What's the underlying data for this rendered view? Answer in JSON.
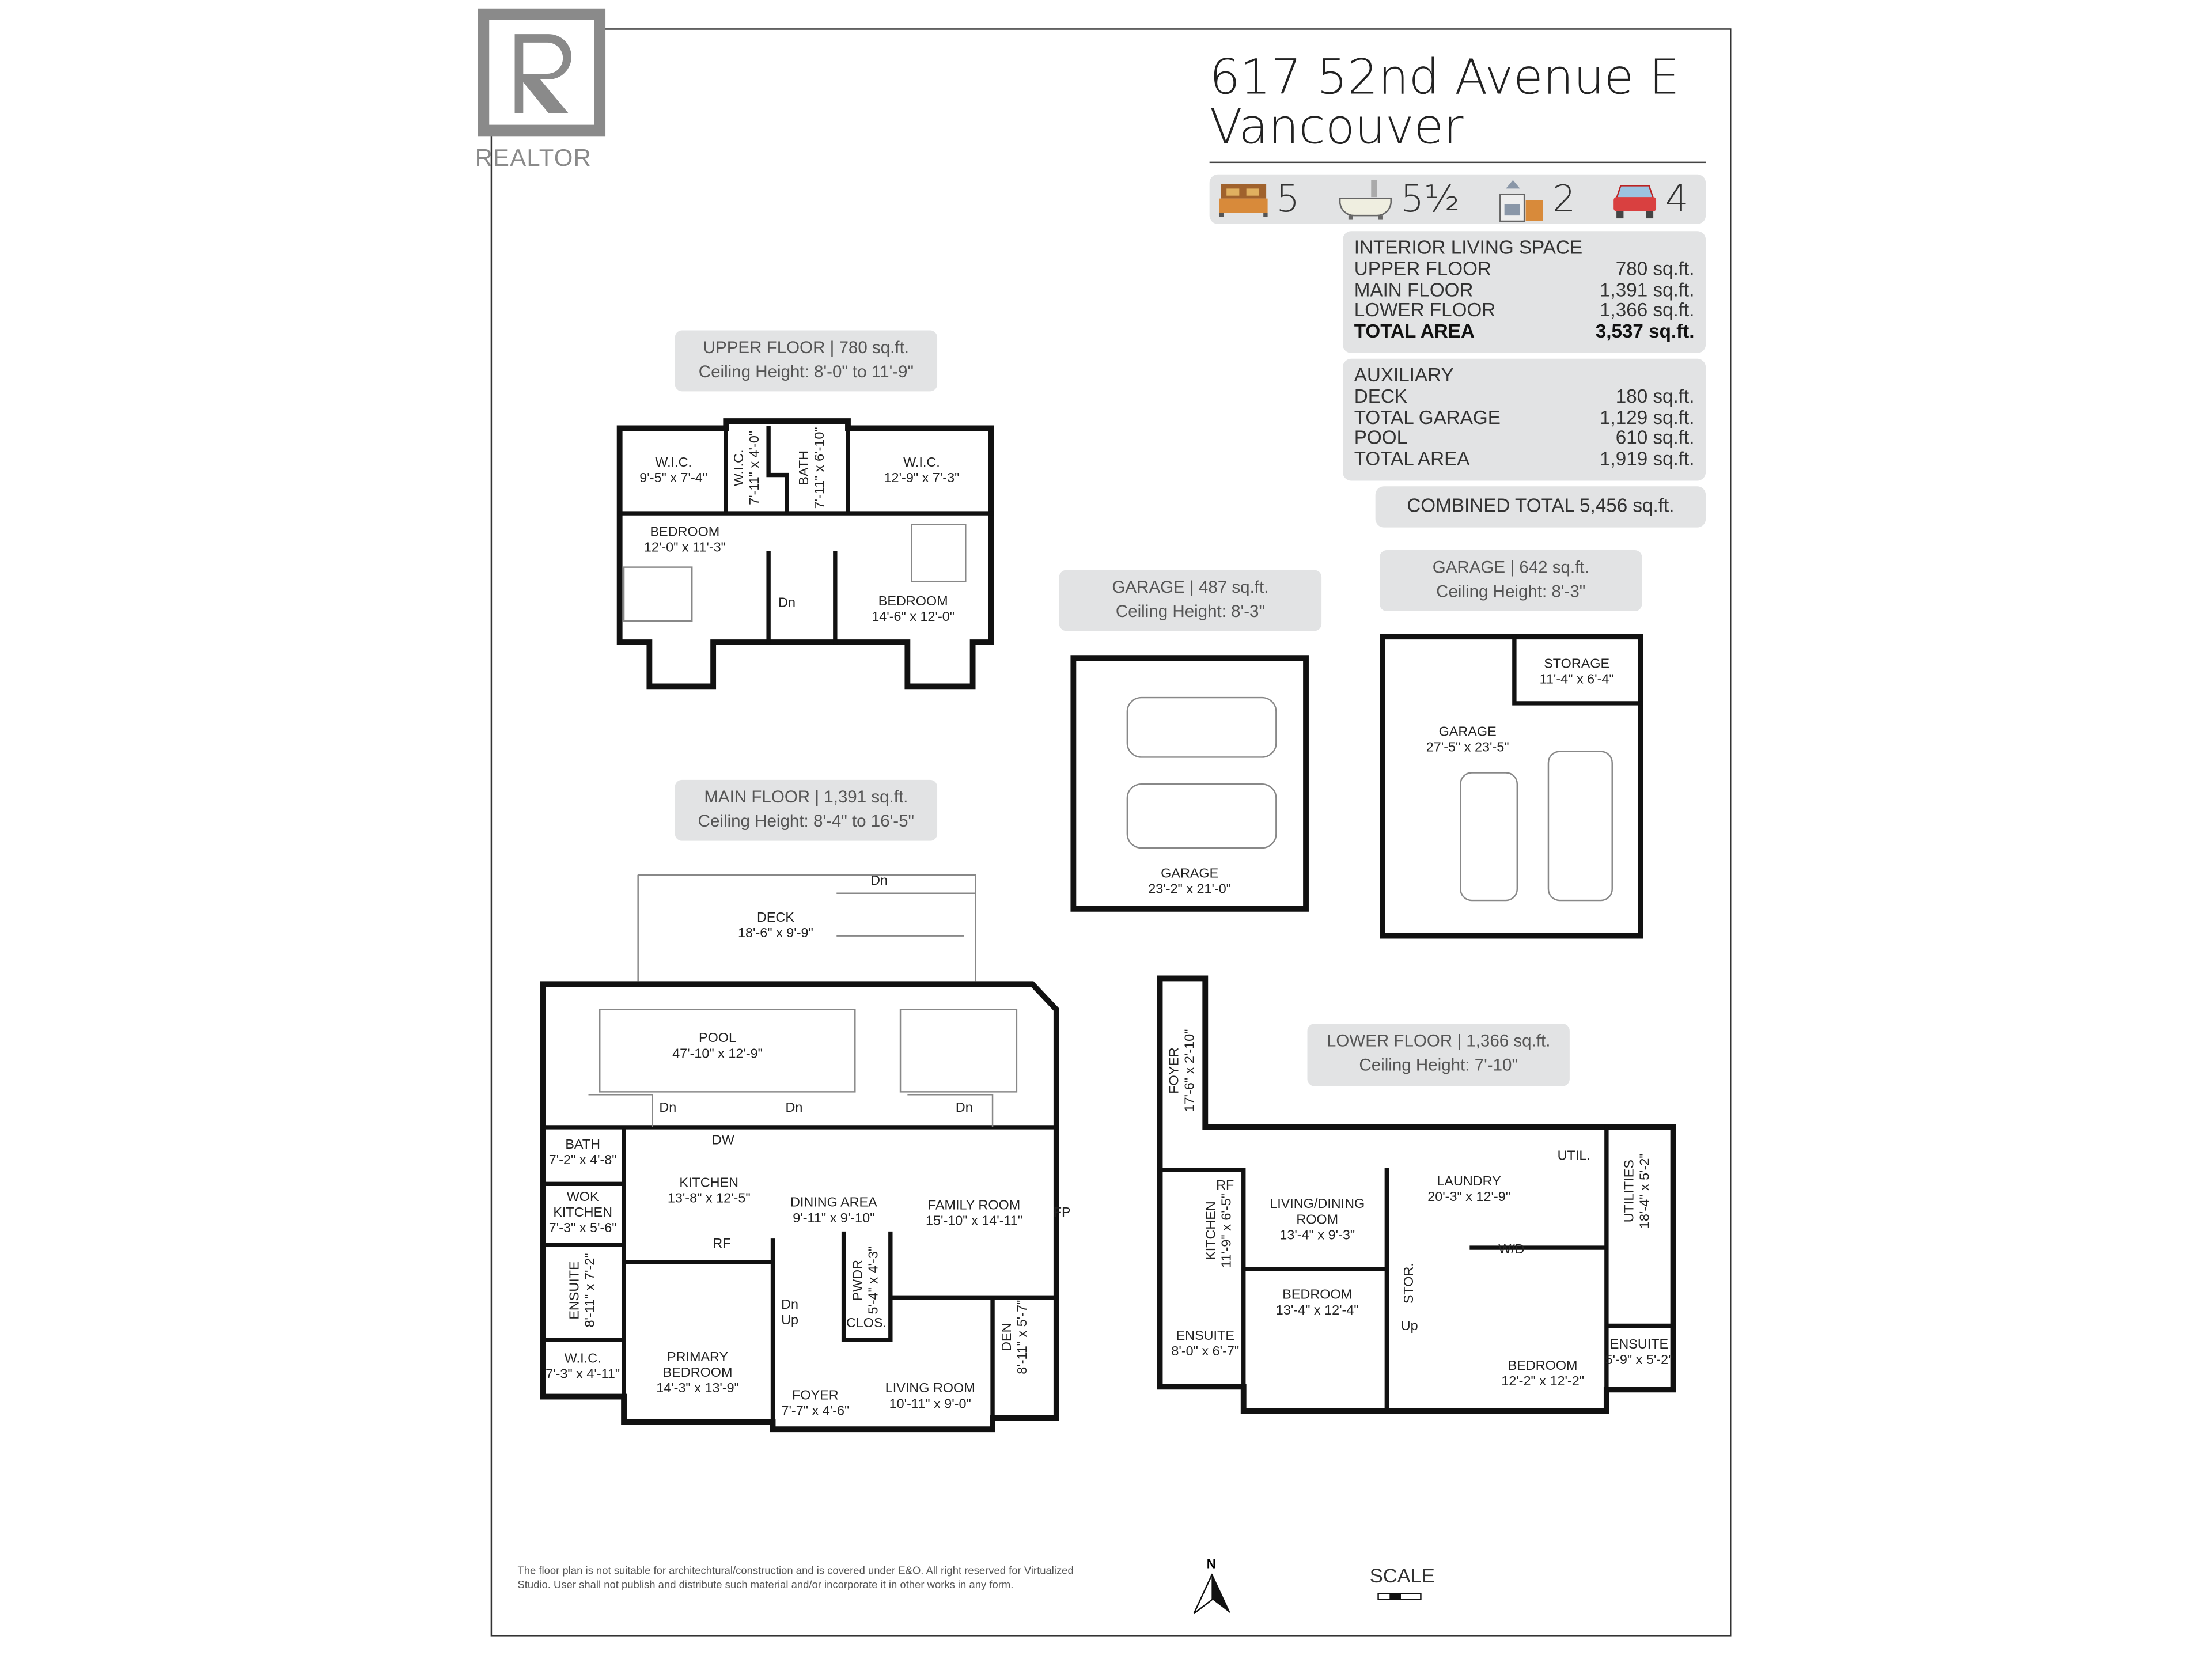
{
  "logo": {
    "text": "REALTOR",
    "mark": "R",
    "color": "#8a8a8a"
  },
  "header": {
    "address_line1": "617 52nd Avenue E",
    "address_line2": "Vancouver"
  },
  "features": [
    {
      "icon": "bed-icon",
      "value": "5"
    },
    {
      "icon": "bathtub-icon",
      "value": "5½"
    },
    {
      "icon": "kitchen-icon",
      "value": "2"
    },
    {
      "icon": "car-icon",
      "value": "4"
    }
  ],
  "interior": {
    "heading": "INTERIOR LIVING SPACE",
    "rows": [
      {
        "label": "UPPER FLOOR",
        "value": "780 sq.ft."
      },
      {
        "label": "MAIN FLOOR",
        "value": "1,391 sq.ft."
      },
      {
        "label": "LOWER FLOOR",
        "value": "1,366 sq.ft."
      },
      {
        "label": "TOTAL AREA",
        "value": "3,537 sq.ft."
      }
    ]
  },
  "auxiliary": {
    "heading": "AUXILIARY",
    "rows": [
      {
        "label": "DECK",
        "value": "180 sq.ft."
      },
      {
        "label": "TOTAL GARAGE",
        "value": "1,129 sq.ft."
      },
      {
        "label": "POOL",
        "value": "610 sq.ft."
      },
      {
        "label": "TOTAL AREA",
        "value": "1,919 sq.ft."
      }
    ]
  },
  "combined_total": "COMBINED TOTAL 5,456 sq.ft.",
  "floors": {
    "upper": {
      "title": "UPPER FLOOR | 780 sq.ft.",
      "ceiling": "Ceiling Height: 8'-0\" to 11'-9\"",
      "rooms": [
        [
          "W.I.C.",
          "9'-5\" x 7'-4\""
        ],
        [
          "W.I.C.",
          "7'-11\" x 4'-0\""
        ],
        [
          "BATH",
          "7'-11\" x 6'-10\""
        ],
        [
          "W.I.C.",
          "12'-9\" x 7'-3\""
        ],
        [
          "BEDROOM",
          "12'-0\" x 11'-3\""
        ],
        [
          "BEDROOM",
          "14'-6\" x 12'-0\""
        ],
        [
          "Dn",
          ""
        ]
      ]
    },
    "garage1": {
      "title": "GARAGE | 487 sq.ft.",
      "ceiling": "Ceiling Height: 8'-3\"",
      "rooms": [
        [
          "GARAGE",
          "23'-2\" x 21'-0\""
        ]
      ]
    },
    "garage2": {
      "title": "GARAGE | 642 sq.ft.",
      "ceiling": "Ceiling Height: 8'-3\"",
      "rooms": [
        [
          "STORAGE",
          "11'-4\" x 6'-4\""
        ],
        [
          "GARAGE",
          "27'-5\" x 23'-5\""
        ]
      ]
    },
    "main": {
      "title": "MAIN FLOOR | 1,391 sq.ft.",
      "ceiling": "Ceiling Height: 8'-4\" to 16'-5\"",
      "rooms": [
        [
          "DECK",
          "18'-6\" x 9'-9\""
        ],
        [
          "POOL",
          "47'-10\" x 12'-9\""
        ],
        [
          "BATH",
          "7'-2\" x 4'-8\""
        ],
        [
          "KITCHEN",
          "13'-8\" x 12'-5\""
        ],
        [
          "DINING AREA",
          "9'-11\" x 9'-10\""
        ],
        [
          "FAMILY ROOM",
          "15'-10\" x 14'-11\""
        ],
        [
          "WOK KITCHEN",
          "7'-3\" x 5'-6\""
        ],
        [
          "ENSUITE",
          "8'-11\" x 7'-2\""
        ],
        [
          "PWDR",
          "5'-4\" x 4'-3\""
        ],
        [
          "CLOS.",
          ""
        ],
        [
          "DEN",
          "8'-11\" x 5'-7\""
        ],
        [
          "W.I.C.",
          "7'-3\" x 4'-11\""
        ],
        [
          "PRIMARY BEDROOM",
          "14'-3\" x 13'-9\""
        ],
        [
          "FOYER",
          "7'-7\" x 4'-6\""
        ],
        [
          "LIVING ROOM",
          "10'-11\" x 9'-0\""
        ]
      ],
      "marks": [
        "Dn",
        "Dn",
        "Dn",
        "Dn",
        "DW",
        "RF",
        "FP",
        "Dn",
        "Up"
      ]
    },
    "lower": {
      "title": "LOWER FLOOR | 1,366 sq.ft.",
      "ceiling": "Ceiling Height: 7'-10\"",
      "rooms": [
        [
          "FOYER",
          "17'-6\" x 2'-10\""
        ],
        [
          "KITCHEN",
          "11'-9\" x 6'-5\""
        ],
        [
          "LIVING/DINING ROOM",
          "13'-4\" x 9'-3\""
        ],
        [
          "LAUNDRY",
          "20'-3\" x 12'-9\""
        ],
        [
          "UTIL.",
          ""
        ],
        [
          "UTILITIES",
          "18'-4\" x 5'-2\""
        ],
        [
          "BEDROOM",
          "13'-4\" x 12'-4\""
        ],
        [
          "STOR.",
          ""
        ],
        [
          "BEDROOM",
          "12'-2\" x 12'-2\""
        ],
        [
          "ENSUITE",
          "8'-0\" x 6'-7\""
        ],
        [
          "ENSUITE",
          "5'-9\" x 5'-2\""
        ]
      ],
      "marks": [
        "RF",
        "W/D",
        "Up"
      ]
    }
  },
  "disclaimer": "The floor plan is not suitable for architechtural/construction and is covered under E&O. All right reserved for Virtualized Studio. User shall not publish and distribute such material and/or incorporate it in other works in any form.",
  "north": "N",
  "scale_label": "SCALE"
}
